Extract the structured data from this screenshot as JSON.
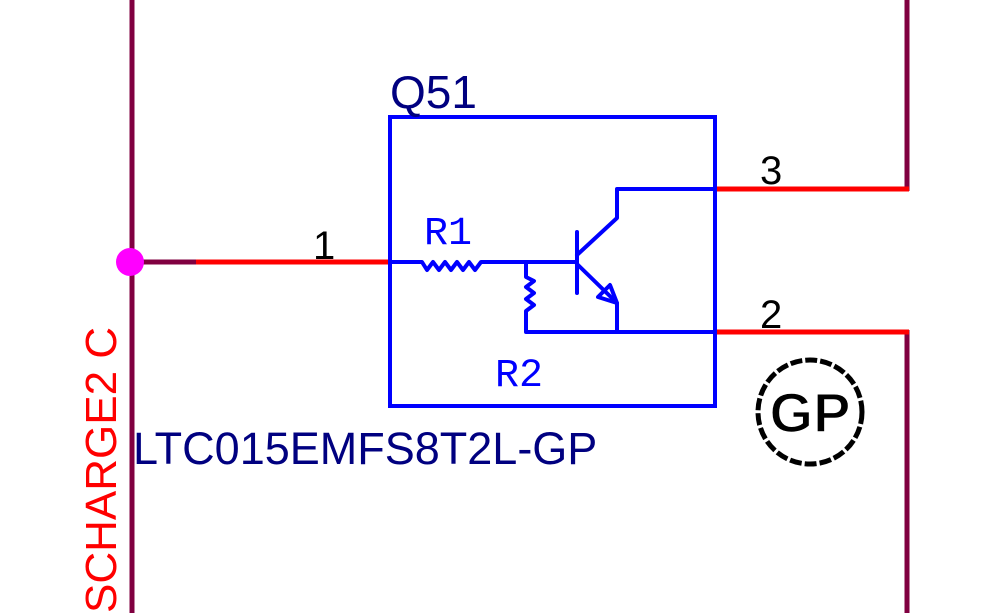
{
  "component": {
    "designator": "Q51",
    "part_number": "LTC015EMFS8T2L-GP",
    "internal_resistors": [
      "R1",
      "R2"
    ],
    "pins": {
      "base": "1",
      "collector": "3",
      "emitter": "2"
    }
  },
  "net": {
    "label": "SCHARGE2 C"
  },
  "logo": {
    "text": "GP"
  },
  "colors": {
    "symbol": "#0000ff",
    "label_text": "#000080",
    "wire": "#ff0000",
    "bus": "#800040",
    "junction": "#ff00ff",
    "net_label": "#ff0000"
  }
}
